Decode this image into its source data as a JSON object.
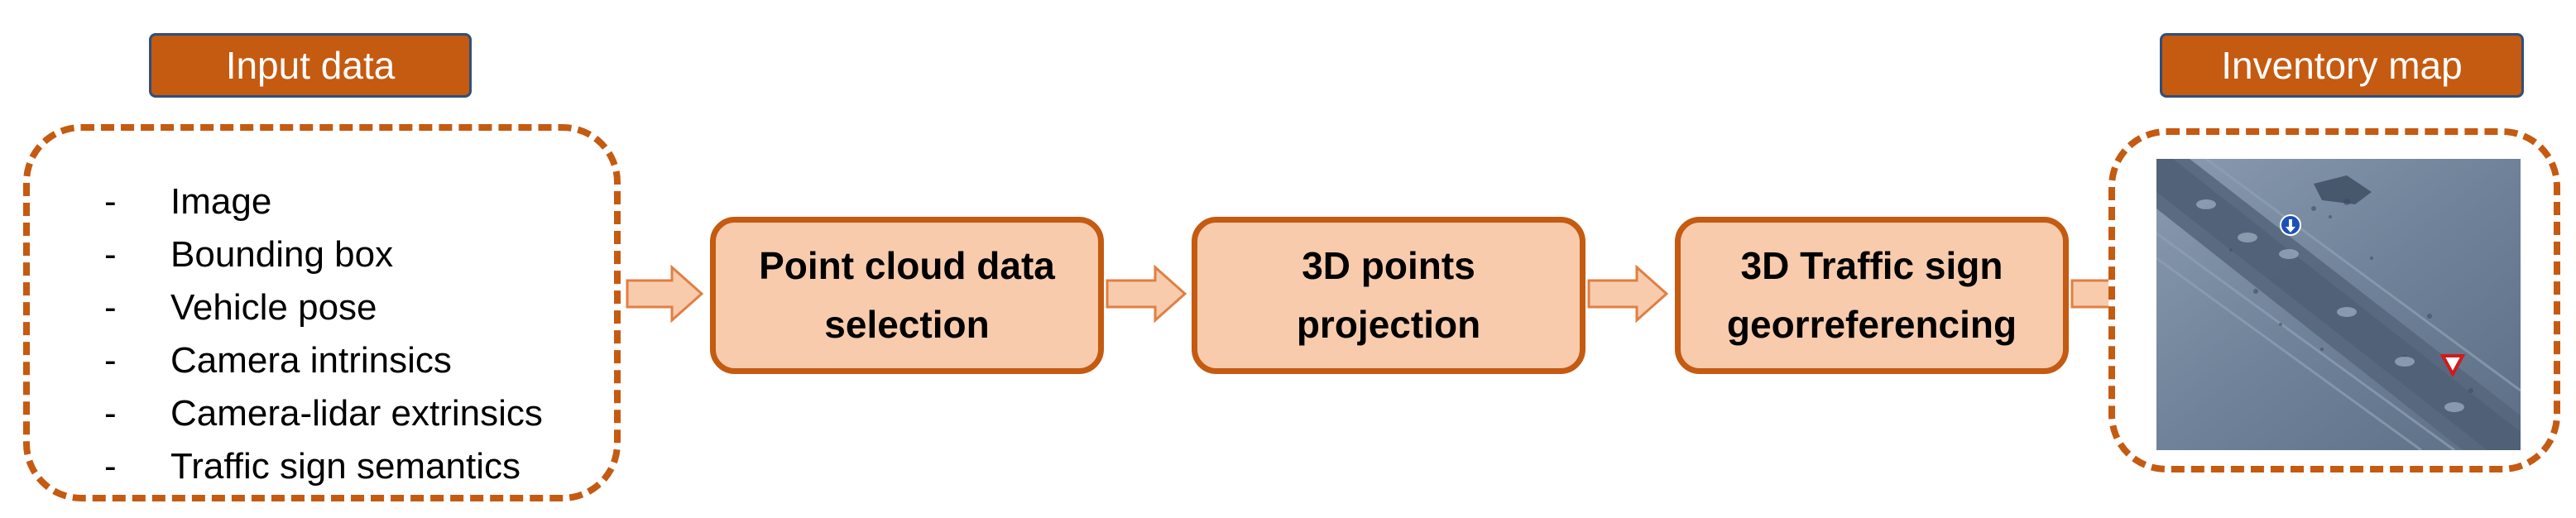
{
  "header": {
    "input_label": "Input data",
    "output_label": "Inventory map"
  },
  "input_items": [
    "Image",
    "Bounding box",
    "Vehicle pose",
    "Camera intrinsics",
    "Camera-lidar extrinsics",
    "Traffic sign semantics"
  ],
  "steps": [
    {
      "line1": "Point cloud data",
      "line2": "selection"
    },
    {
      "line1": "3D points",
      "line2": "projection"
    },
    {
      "line1": "3D Traffic sign",
      "line2": "georreferencing"
    }
  ],
  "colors": {
    "accent": "#c55a11",
    "box_fill": "#f8cbad",
    "tag_border": "#2f4f7a",
    "map_bg": "#6b7d94"
  },
  "map_icons": [
    "blue-info-sign-icon",
    "red-yield-sign-icon"
  ]
}
